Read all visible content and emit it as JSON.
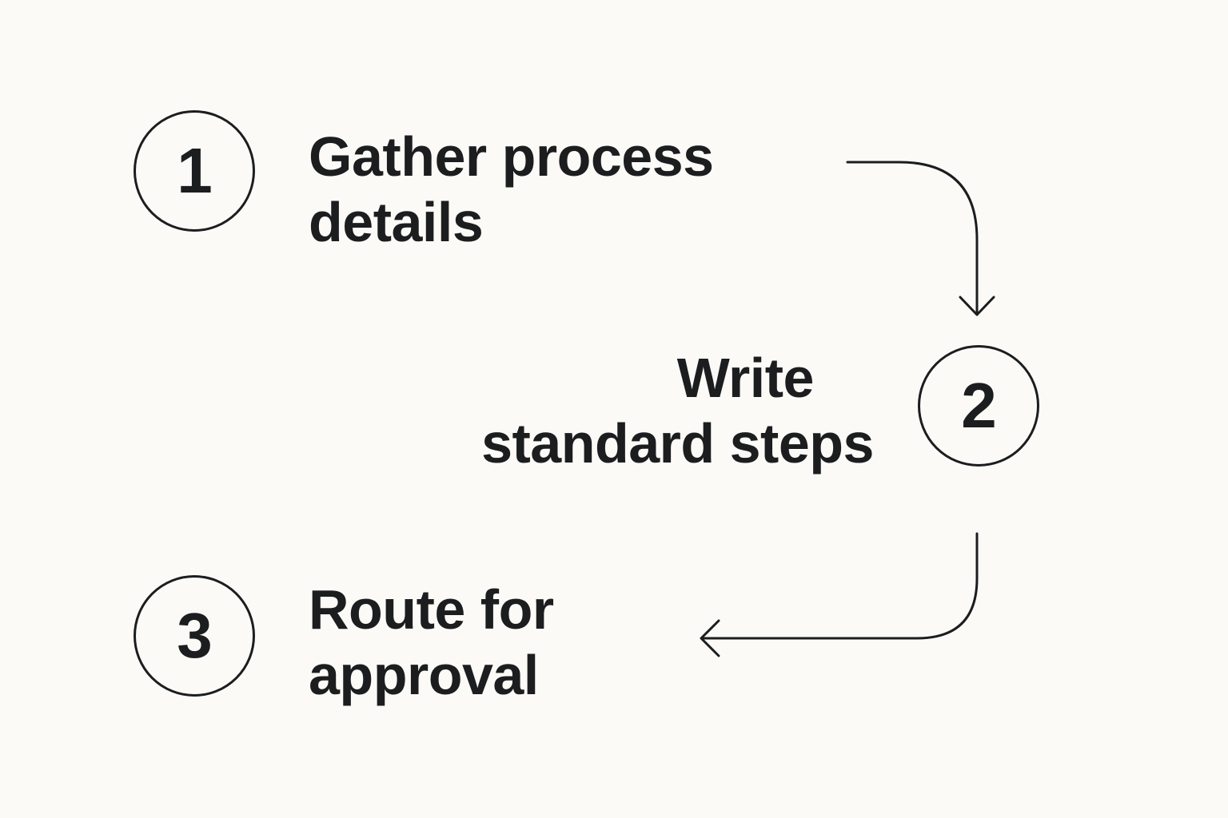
{
  "steps": [
    {
      "number": "1",
      "label_line1": "Gather process",
      "label_line2": "details"
    },
    {
      "number": "2",
      "label_line1": "Write",
      "label_line2": "standard steps"
    },
    {
      "number": "3",
      "label_line1": "Route for",
      "label_line2": "approval"
    }
  ],
  "colors": {
    "background": "#fbfaf7",
    "ink": "#1b1d1f"
  }
}
